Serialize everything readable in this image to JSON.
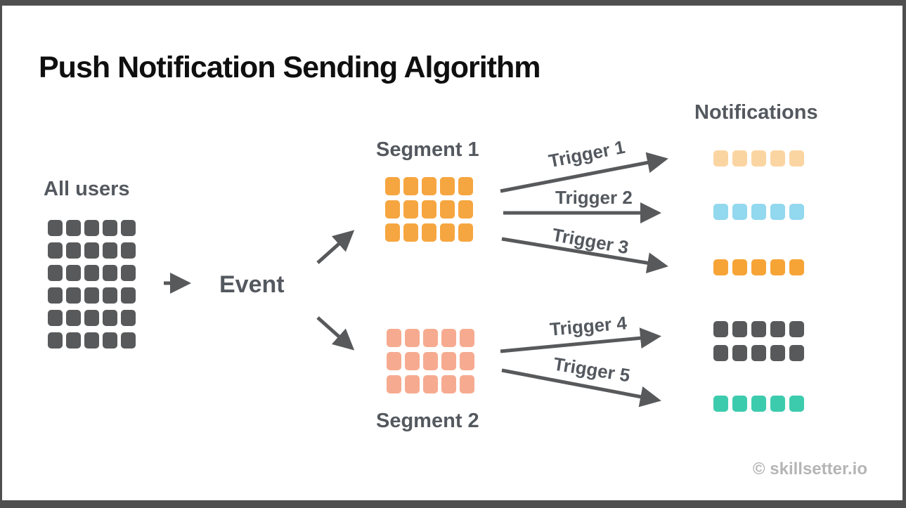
{
  "title": "Push Notification Sending Algorithm",
  "branding": "© skillsetter.io",
  "colors": {
    "frame": "#4f4f4f",
    "background": "#ffffff",
    "title_text": "#0f0f0f",
    "label_text": "#54595f",
    "arrow": "#58595b",
    "dark_square": "#58595a",
    "orange_square": "#f6a640",
    "salmon_square": "#f6ab90",
    "peach_square": "#fad5a2",
    "blue_square": "#92d8ee",
    "teal_square": "#3dcbae",
    "branding_text": "#b5b5b5"
  },
  "all_users": {
    "label": "All users",
    "grid": {
      "rows": 6,
      "cols": 5,
      "color": "#58595a"
    }
  },
  "event": {
    "label": "Event"
  },
  "segment1": {
    "label": "Segment 1",
    "grid": {
      "rows": 3,
      "cols": 5,
      "color": "#f6a640"
    }
  },
  "segment2": {
    "label": "Segment 2",
    "grid": {
      "rows": 3,
      "cols": 5,
      "color": "#f6ab90"
    }
  },
  "notifications": {
    "label": "Notifications",
    "rows": [
      {
        "rows": 1,
        "cols": 5,
        "color": "#fad5a2"
      },
      {
        "rows": 1,
        "cols": 5,
        "color": "#92d8ee"
      },
      {
        "rows": 1,
        "cols": 5,
        "color": "#f7a437"
      },
      {
        "rows": 2,
        "cols": 5,
        "color": "#58595a"
      },
      {
        "rows": 1,
        "cols": 5,
        "color": "#3dcbae"
      }
    ]
  },
  "triggers": [
    {
      "label": "Trigger 1"
    },
    {
      "label": "Trigger 2"
    },
    {
      "label": "Trigger 3"
    },
    {
      "label": "Trigger 4"
    },
    {
      "label": "Trigger 5"
    }
  ]
}
